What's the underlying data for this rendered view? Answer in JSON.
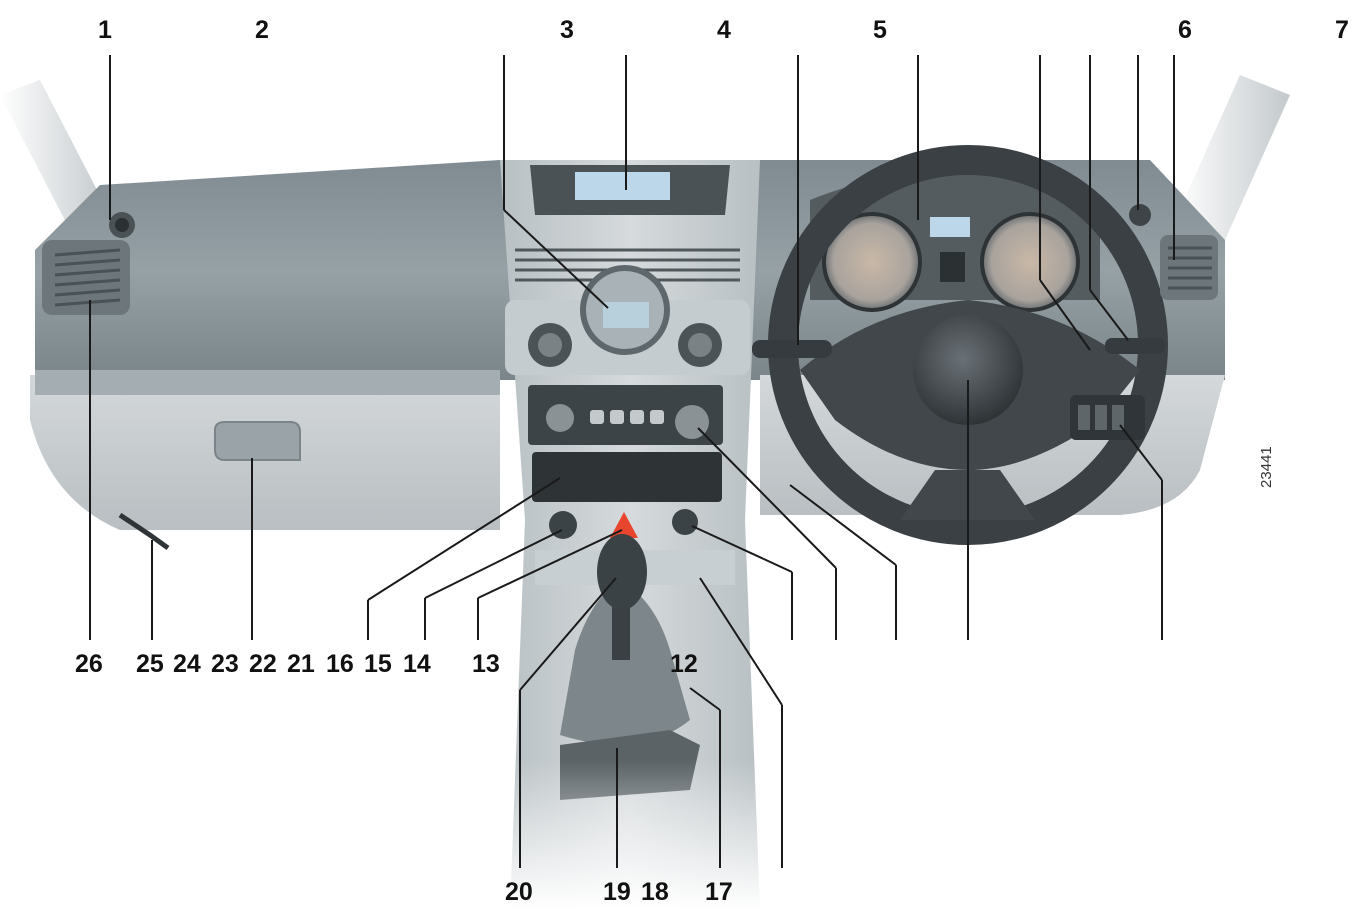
{
  "figure": {
    "reference_code": "23441",
    "callouts_top": [
      "1",
      "2",
      "3",
      "4",
      "5",
      "6",
      "7"
    ],
    "callouts_bottom_row": [
      "26",
      "25",
      "24",
      "23",
      "22",
      "21",
      "16",
      "15",
      "14",
      "13",
      "12"
    ],
    "callouts_lower": [
      "20",
      "19",
      "18",
      "17"
    ]
  },
  "colors": {
    "dash_upper": "#8e9aa0",
    "dash_lower": "#c7cccf",
    "trim": "#a9b2b6",
    "dark": "#3e4448",
    "leader": "#1a1a1a"
  }
}
